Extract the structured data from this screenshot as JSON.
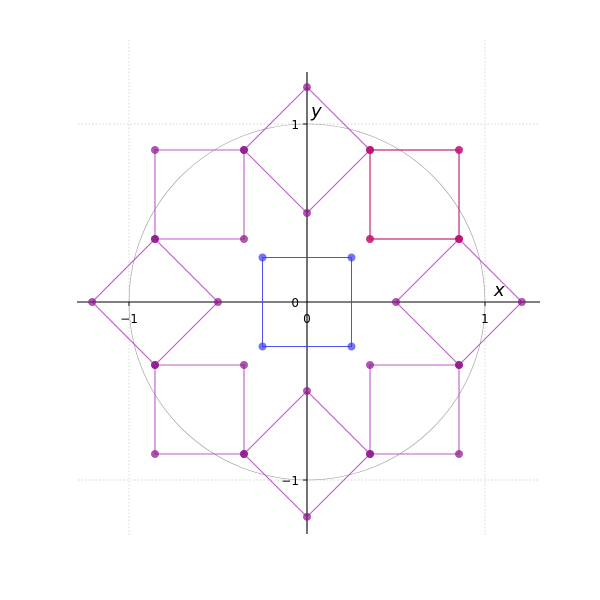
{
  "chart_data": {
    "type": "scatter",
    "title": "",
    "xlabel": "x",
    "ylabel": "y",
    "xlim": [
      -1.3,
      1.3
    ],
    "ylim": [
      -1.3,
      1.3
    ],
    "grid": true,
    "xticks": [
      {
        "value": -1,
        "label": "−1"
      },
      {
        "value": 0,
        "label": "0"
      },
      {
        "value": 1,
        "label": "1"
      }
    ],
    "yticks": [
      {
        "value": -1,
        "label": "−1"
      },
      {
        "value": 0,
        "label": "0"
      },
      {
        "value": 1,
        "label": "1"
      }
    ],
    "unit_circle_radius": 1,
    "colors": {
      "center_square": "#3b3bf0",
      "highlight_square": "#c0106c",
      "copies": "#b848c8",
      "copy_points": "#8a108a",
      "circle": "#9a9a9a",
      "grid": "#c8c8c8",
      "axes": "#000000"
    },
    "center_square": [
      [
        -0.25,
        -0.25
      ],
      [
        0.25,
        -0.25
      ],
      [
        0.25,
        0.25
      ],
      [
        -0.25,
        0.25
      ]
    ],
    "highlight_square": [
      [
        0.354,
        0.354
      ],
      [
        0.854,
        0.354
      ],
      [
        0.854,
        0.854
      ],
      [
        0.354,
        0.854
      ]
    ],
    "copies": [
      [
        [
          -0.354,
          0.354
        ],
        [
          -0.854,
          0.354
        ],
        [
          -0.854,
          0.854
        ],
        [
          -0.354,
          0.854
        ]
      ],
      [
        [
          -0.354,
          -0.354
        ],
        [
          -0.854,
          -0.354
        ],
        [
          -0.854,
          -0.854
        ],
        [
          -0.354,
          -0.854
        ]
      ],
      [
        [
          0.354,
          -0.354
        ],
        [
          0.854,
          -0.354
        ],
        [
          0.854,
          -0.854
        ],
        [
          0.354,
          -0.854
        ]
      ],
      [
        [
          0.5,
          0
        ],
        [
          0.854,
          0.354
        ],
        [
          1.207,
          0
        ],
        [
          0.854,
          -0.354
        ]
      ],
      [
        [
          -0.5,
          0
        ],
        [
          -0.854,
          0.354
        ],
        [
          -1.207,
          0
        ],
        [
          -0.854,
          -0.354
        ]
      ],
      [
        [
          0,
          0.5
        ],
        [
          0.354,
          0.854
        ],
        [
          0,
          1.207
        ],
        [
          -0.354,
          0.854
        ]
      ],
      [
        [
          0,
          -0.5
        ],
        [
          0.354,
          -0.854
        ],
        [
          0,
          -1.207
        ],
        [
          -0.354,
          -0.854
        ]
      ]
    ]
  }
}
